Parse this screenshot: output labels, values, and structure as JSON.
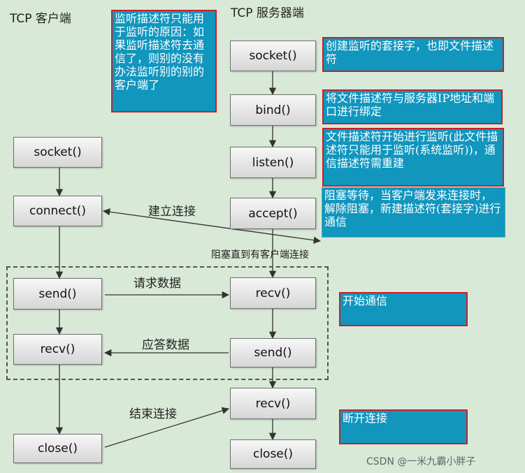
{
  "client_title": "TCP 客户端",
  "server_title": "TCP 服务器端",
  "server_steps": [
    "socket()",
    "bind()",
    "listen()",
    "accept()",
    "recv()",
    "send()",
    "recv()",
    "close()"
  ],
  "client_steps": [
    "socket()",
    "connect()",
    "send()",
    "recv()",
    "close()"
  ],
  "labels": {
    "establish": "建立连接",
    "blocking": "阻塞直到有客户端连接",
    "request": "请求数据",
    "response": "应答数据",
    "end": "结束连接"
  },
  "notes": {
    "listen_fd": "监听描述符只能用于监听的原因：如果监听描述符去通信了，则别的没有办法监听别的别的客户端了",
    "socket": "创建监听的套接字，也即文件描述符",
    "bind": "将文件描述符与服务器IP地址和端口进行绑定",
    "listen": "文件描述符开始进行监听(此文件描述符只能用于监听(系统监听))，通信描述符需重建",
    "accept": "阻塞等待，当客户端发来连接时，解除阻塞，新建描述符(套接字)进行通信",
    "communicate": "开始通信",
    "disconnect": "断开连接"
  },
  "watermark": "CSDN @一米九霸小胖子",
  "colors": {
    "background": "#d9e9d7",
    "note_fill": "#1196be",
    "note_border": "#c8202a"
  }
}
